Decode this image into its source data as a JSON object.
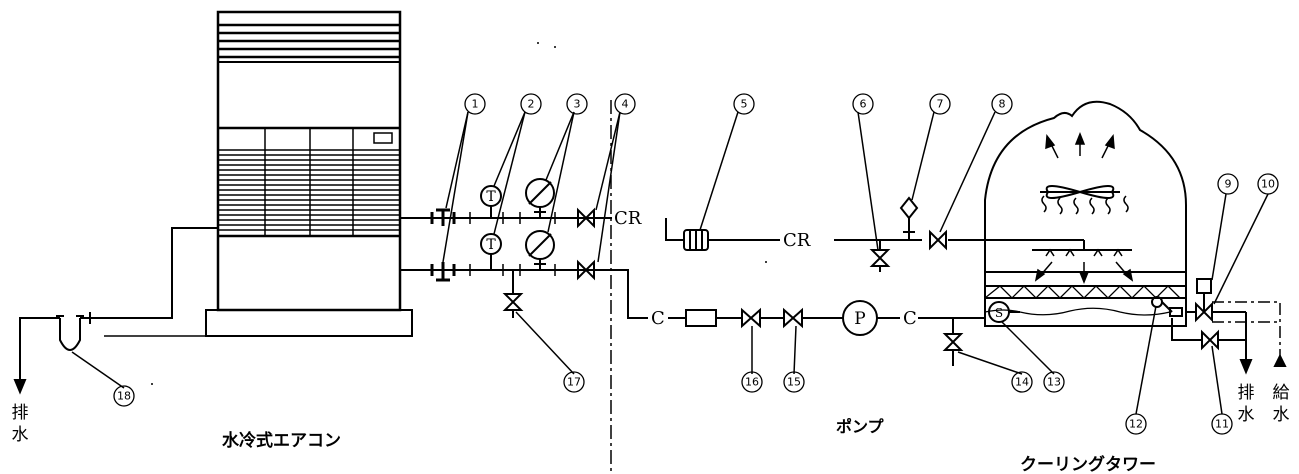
{
  "labels": {
    "aircon": "水冷式エアコン",
    "pump": "ポンプ",
    "cooling_tower": "クーリングタワー"
  },
  "pipe_labels": {
    "cr_upper_1": "CR",
    "cr_upper_2": "CR",
    "c_lower_1": "C",
    "c_lower_2": "C"
  },
  "symbols": {
    "thermometer": "T",
    "pump": "P",
    "strainer": "S"
  },
  "drains": {
    "left_drain": [
      "排",
      "水"
    ],
    "tower_drain": [
      "排",
      "水"
    ],
    "tower_supply": [
      "給",
      "水"
    ]
  },
  "callouts": [
    "1",
    "2",
    "3",
    "4",
    "5",
    "6",
    "7",
    "8",
    "9",
    "10",
    "11",
    "12",
    "13",
    "14",
    "15",
    "16",
    "17",
    "18"
  ]
}
